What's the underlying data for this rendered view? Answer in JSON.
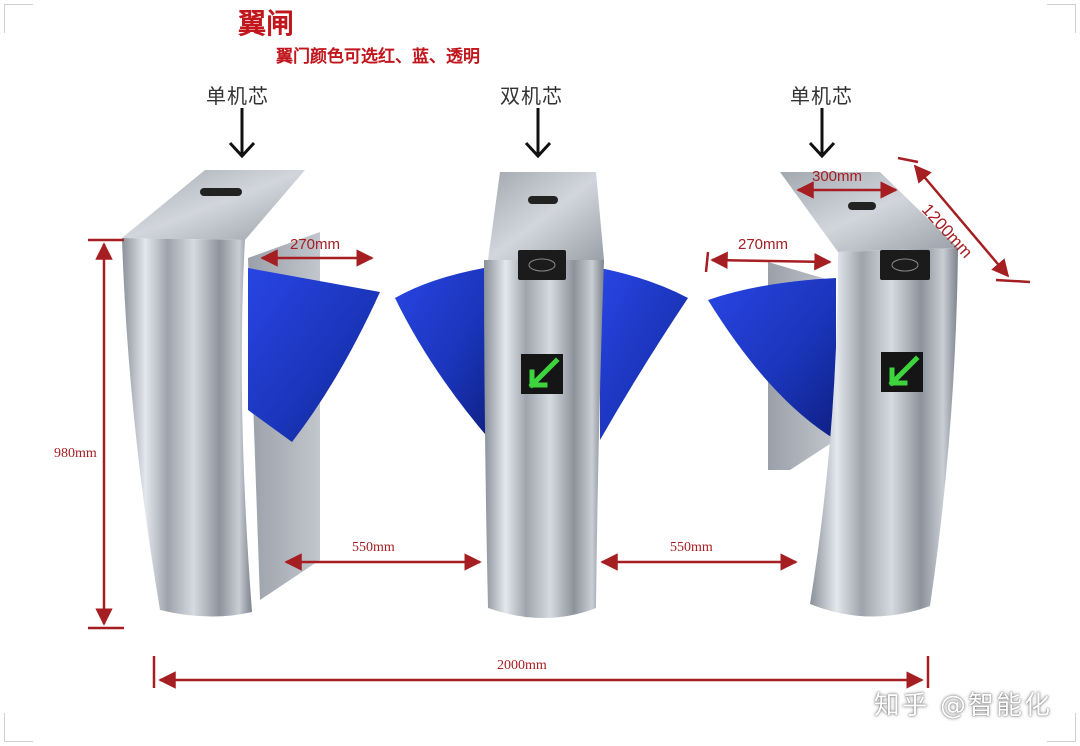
{
  "title": "翼闸",
  "subtitle": "翼门颜色可选红、蓝、透明",
  "labels": {
    "left": "单机芯",
    "center": "双机芯",
    "right": "单机芯"
  },
  "dimensions": {
    "height": "980mm",
    "wing_left": "270mm",
    "wing_right": "270mm",
    "top_width": "300mm",
    "length": "1200mm",
    "gap_left": "550mm",
    "gap_right": "550mm",
    "total_width": "2000mm"
  },
  "watermark": "知乎 @智能化",
  "colors": {
    "title": "#c0161c",
    "dimension": "#a51e22",
    "wing": "#1f3fd6",
    "steel": "#b9bec6"
  }
}
